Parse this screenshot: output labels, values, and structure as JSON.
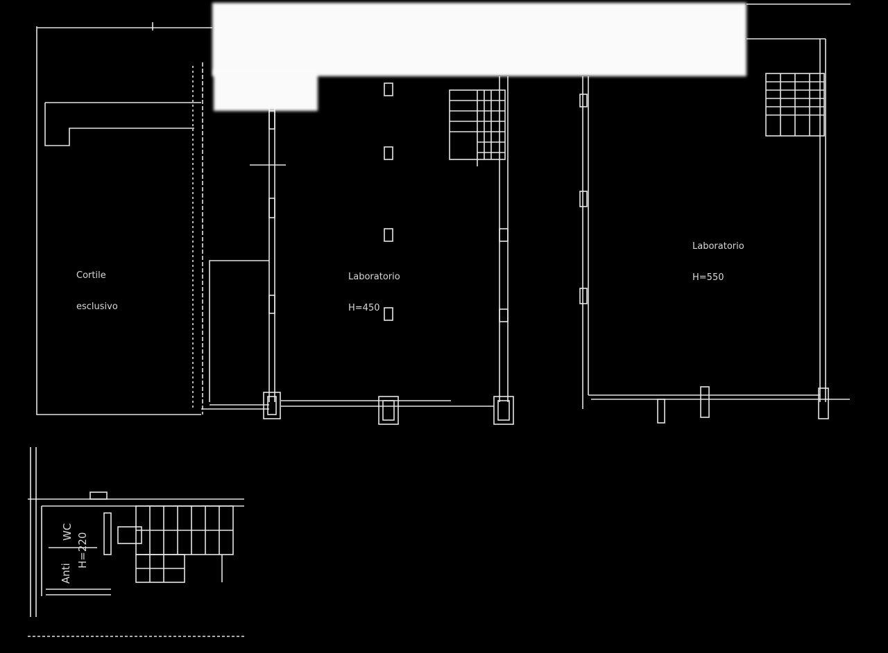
{
  "rooms": {
    "cortile": {
      "line1": "Cortile",
      "line2": "esclusivo"
    },
    "lab_center": {
      "line1": "Laboratorio",
      "line2": "H=450"
    },
    "lab_right": {
      "line1": "Laboratorio",
      "line2": "H=550"
    },
    "wc_detail": {
      "wc": "WC",
      "height": "H=220",
      "anti": "Anti"
    }
  },
  "colors": {
    "background": "#000000",
    "lines": "#e6e6e6",
    "redaction": "#f5f5f5"
  }
}
